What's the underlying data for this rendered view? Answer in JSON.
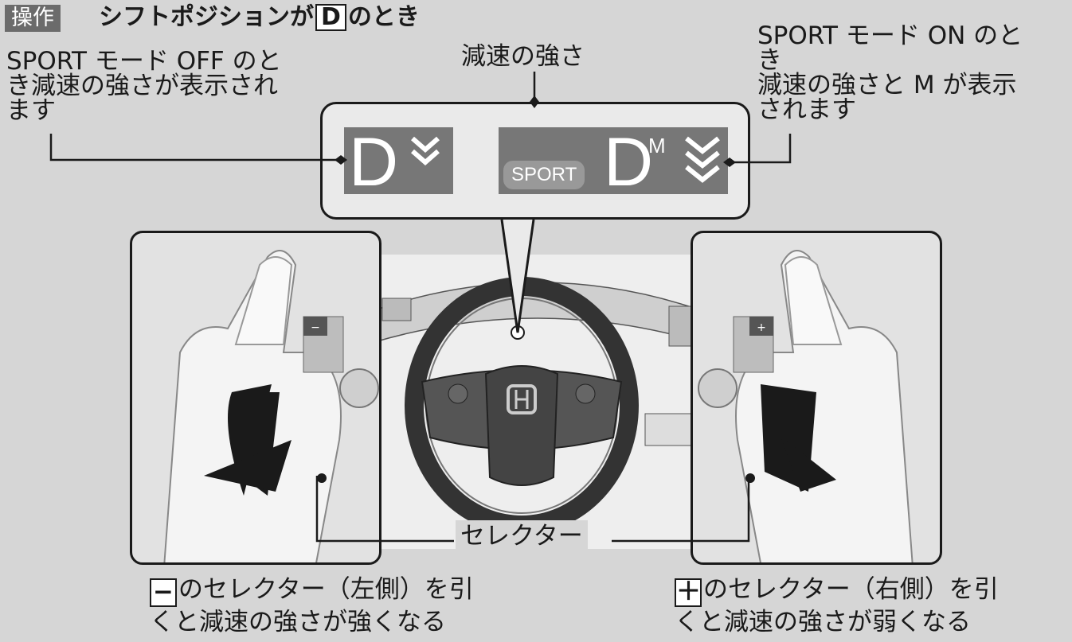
{
  "header": {
    "op_badge": "操作",
    "title_prefix": "シフトポジションが",
    "title_letter": "D",
    "title_suffix": "のとき"
  },
  "callouts": {
    "left_line1": "SPORT モード OFF のと",
    "left_line2": "き減速の強さが表示され",
    "left_line3": "ます",
    "center": "減速の強さ",
    "right_line1": "SPORT モード ON のと",
    "right_line2": "き",
    "right_line3": "減速の強さと M が表示",
    "right_line4": "されます"
  },
  "display_left": {
    "gear": "D"
  },
  "display_right": {
    "sport_badge": "SPORT",
    "gear": "D",
    "mode": "M"
  },
  "paddles": {
    "minus": "−",
    "plus": "+"
  },
  "selector_label": "セレクター",
  "bottom_left": {
    "sign": "−",
    "line1": "のセレクター（左側）を引",
    "line2": "くと減速の強さが強くなる"
  },
  "bottom_right": {
    "sign": "＋",
    "line1": "のセレクター（右側）を引",
    "line2": "くと減速の強さが弱くなる"
  },
  "colors": {
    "background": "#d6d6d6",
    "display_bg": "#777777",
    "sport_badge": "#999999",
    "arrow": "#1a1a1a"
  }
}
